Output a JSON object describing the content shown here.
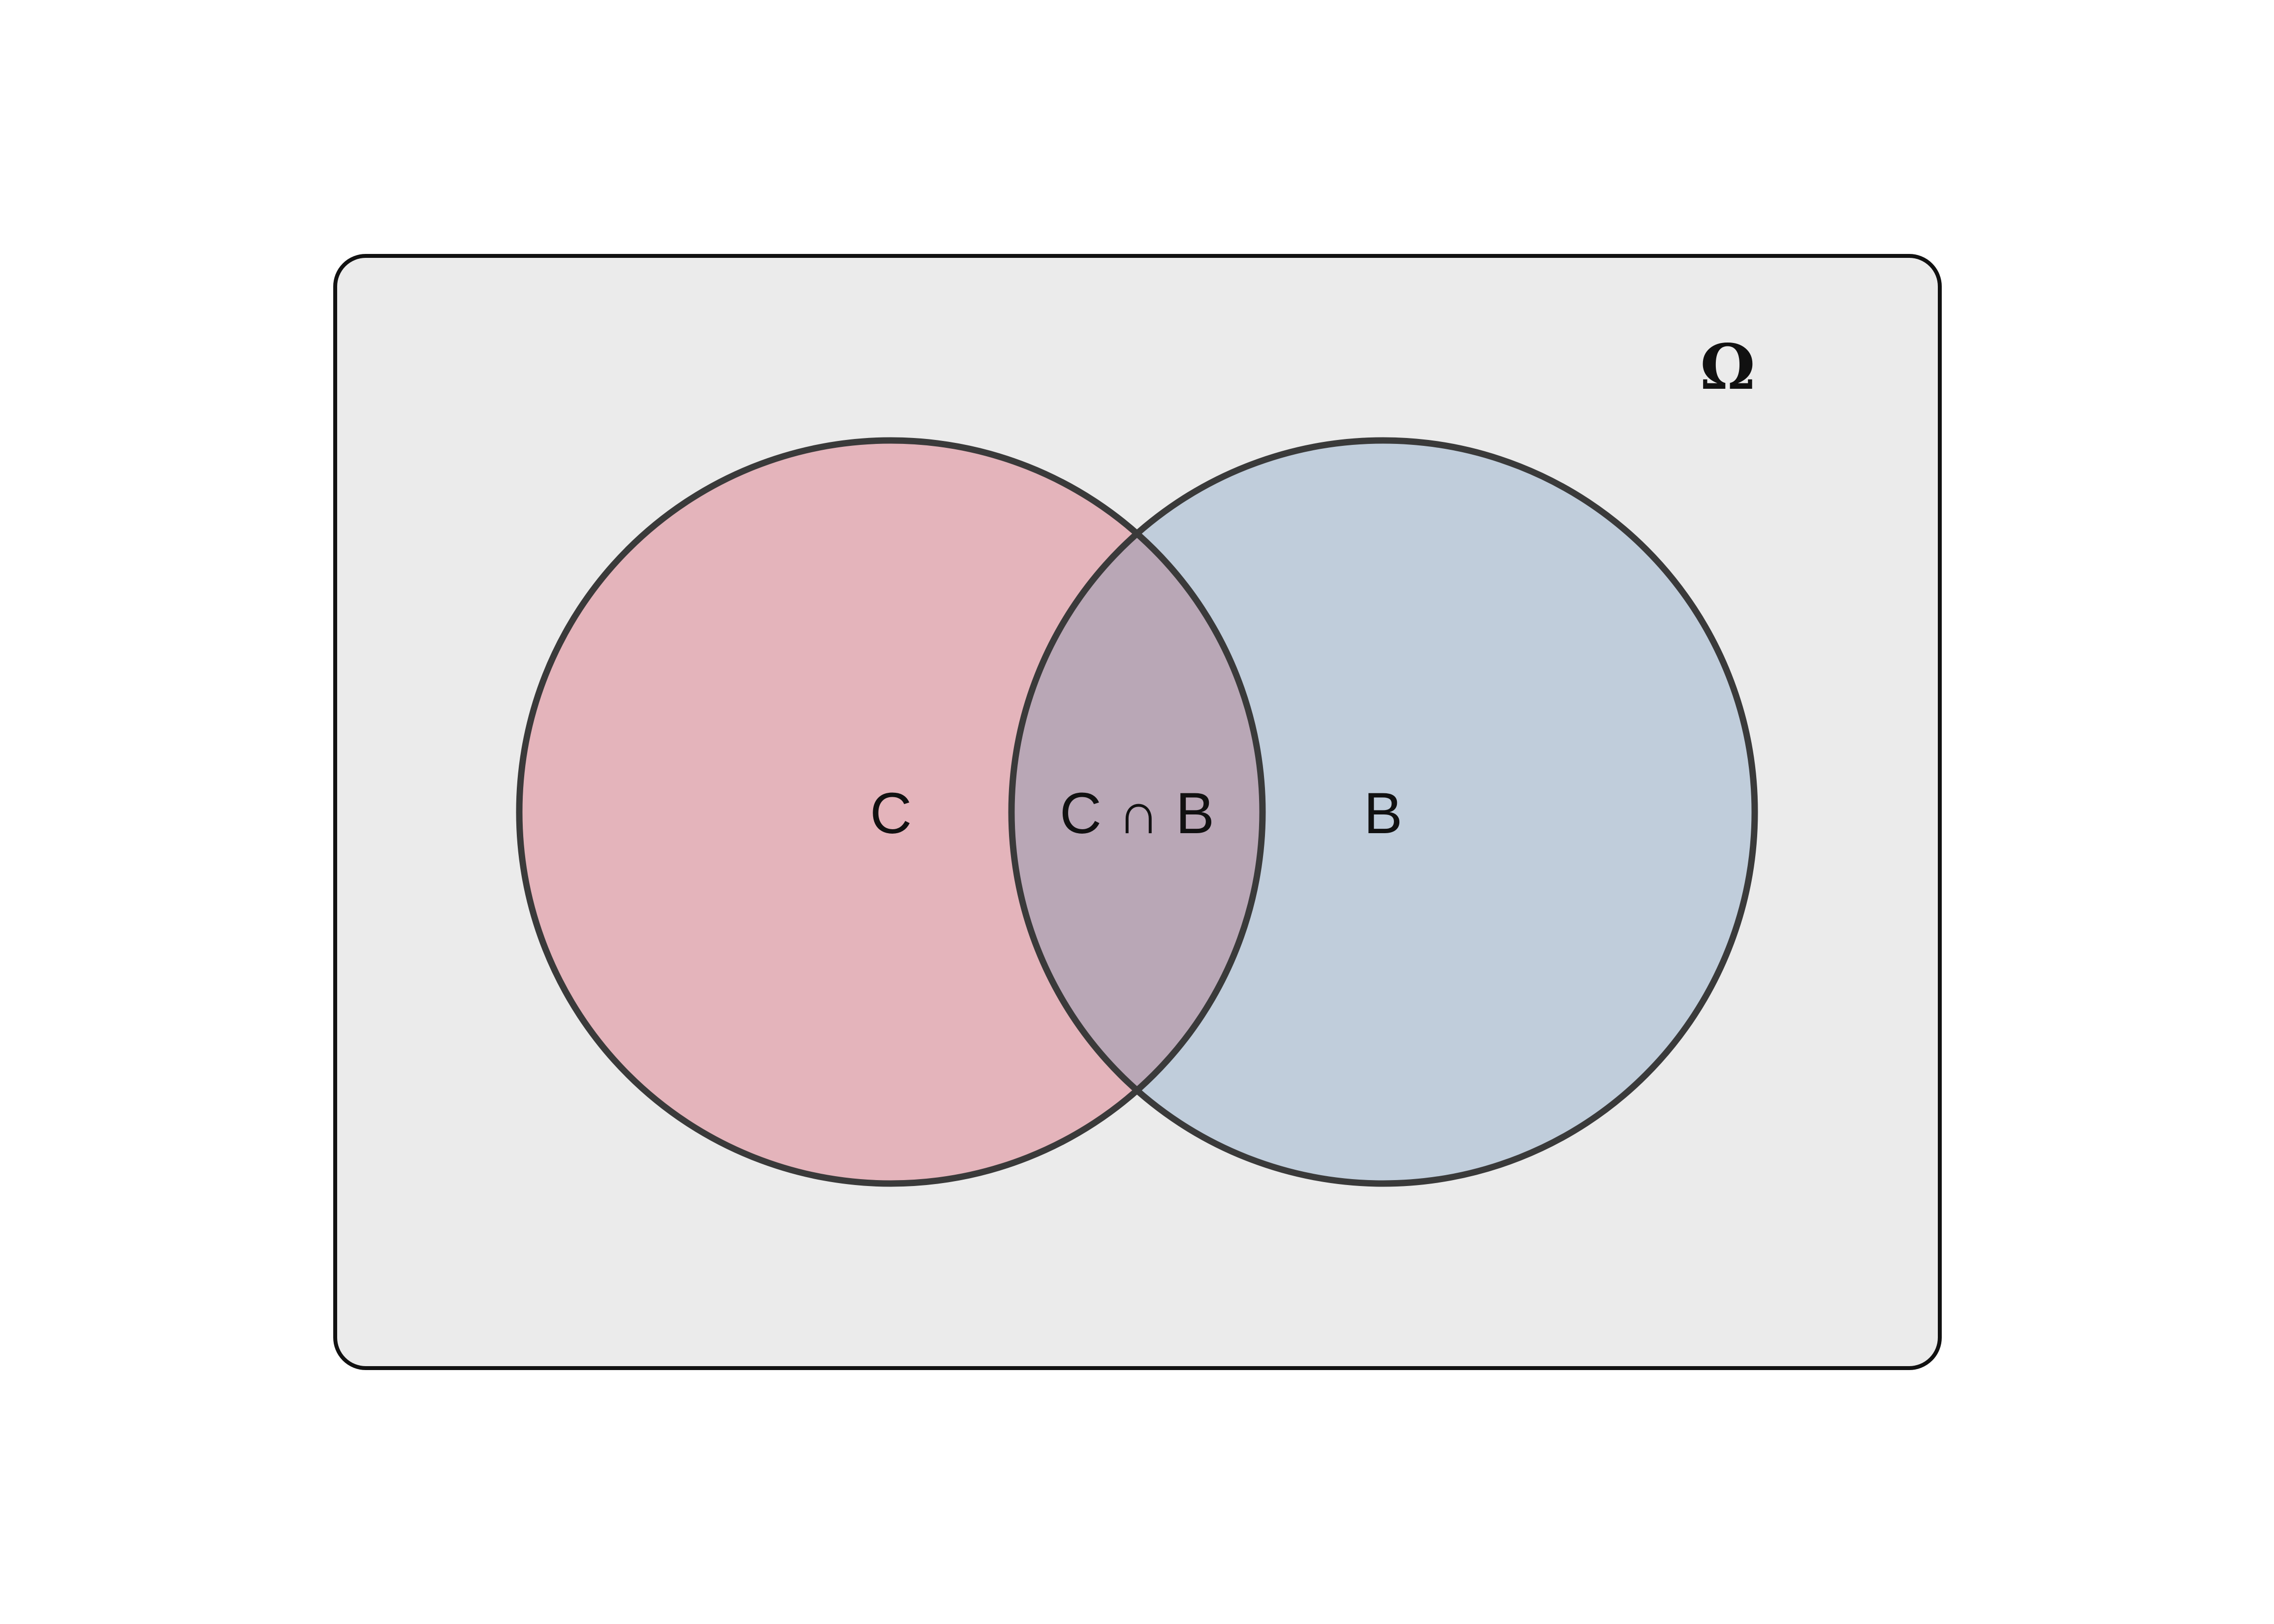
{
  "diagram": {
    "universe": {
      "label": "Ω",
      "fill": "#ebebeb",
      "stroke": "#111111"
    },
    "sets": [
      {
        "id": "C",
        "label": "C",
        "fill": "#e4b4bb",
        "stroke": "#3a3a3a"
      },
      {
        "id": "B",
        "label": "B",
        "fill": "#c0cddb",
        "stroke": "#3a3a3a"
      }
    ],
    "intersection": {
      "label": "C ∩ B",
      "fill": "#b9a7b6"
    }
  }
}
